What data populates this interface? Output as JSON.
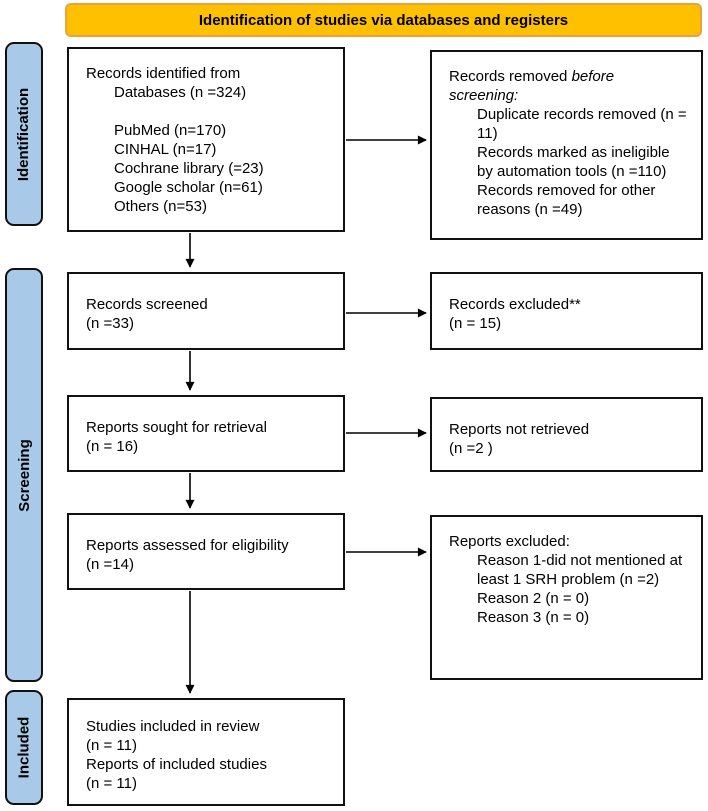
{
  "banner": {
    "title": "Identification of studies via databases and registers"
  },
  "colors": {
    "banner_fill": "#FFC000",
    "banner_border": "#E8A33D",
    "stage_fill": "#A9C9E9",
    "box_border": "#111111",
    "arrow": "#000000",
    "text": "#000000"
  },
  "stages": {
    "identification": "Identification",
    "screening": "Screening",
    "included": "Included"
  },
  "boxes": {
    "records_identified": {
      "lines": [
        "Records identified from",
        "Databases (n =324)",
        "",
        "PubMed (n=170)",
        "CINHAL (n=17)",
        "Cochrane library (=23)",
        "Google scholar (n=61)",
        "Others (n=53)"
      ]
    },
    "records_removed": {
      "intro_prefix": "Records removed ",
      "intro_italic": "before screening",
      "intro_suffix": ":",
      "items": [
        "Duplicate records removed (n = 11)",
        "Records marked as ineligible by automation tools (n =110)",
        "Records removed for other reasons (n =49)"
      ]
    },
    "records_screened": {
      "lines": [
        "Records screened",
        "(n =33)"
      ]
    },
    "records_excluded": {
      "lines": [
        "Records excluded**",
        "(n = 15)"
      ]
    },
    "reports_sought": {
      "lines": [
        "Reports sought for retrieval",
        "(n = 16)"
      ]
    },
    "reports_not_retrieved": {
      "lines": [
        "Reports not retrieved",
        "(n =2 )"
      ]
    },
    "reports_assessed": {
      "lines": [
        "Reports assessed for eligibility",
        "(n =14)"
      ]
    },
    "reports_excluded": {
      "title": "Reports excluded:",
      "items": [
        "Reason 1-did not mentioned at least 1 SRH problem (n =2)",
        "Reason 2 (n = 0)",
        "Reason 3 (n = 0)"
      ]
    },
    "studies_included": {
      "lines": [
        "Studies included in review",
        "(n = 11)",
        "Reports of included studies",
        "(n = 11)"
      ]
    }
  }
}
